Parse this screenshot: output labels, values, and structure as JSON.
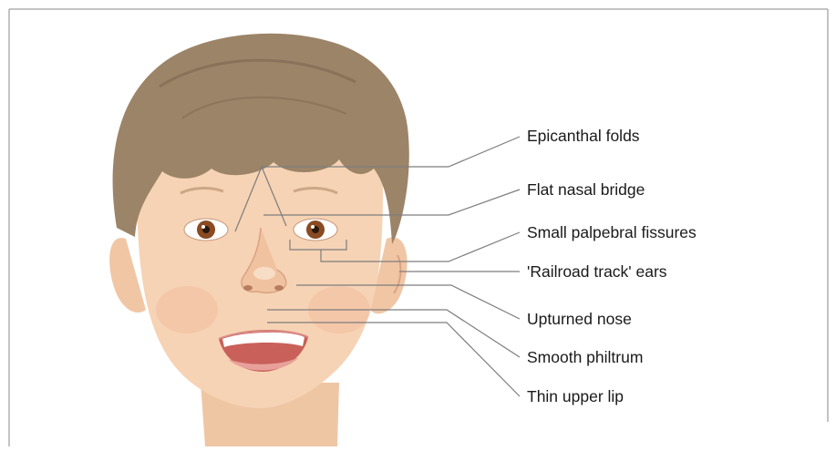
{
  "labels": {
    "epicanthal": "Epicanthal folds",
    "nasal_bridge": "Flat nasal bridge",
    "palpebral": "Small palpebral fissures",
    "ears": "'Railroad track' ears",
    "nose": "Upturned nose",
    "philtrum": "Smooth philtrum",
    "lip": "Thin upper lip"
  },
  "colors": {
    "frame": "#8a8a8a",
    "leader": "#7d7d7d",
    "skin": "#f6d3b4",
    "skin_shade": "#eabf9c",
    "hair": "#9c8468",
    "hair_dark": "#7d6650",
    "iris": "#8a4a22",
    "lip": "#d98a86"
  }
}
